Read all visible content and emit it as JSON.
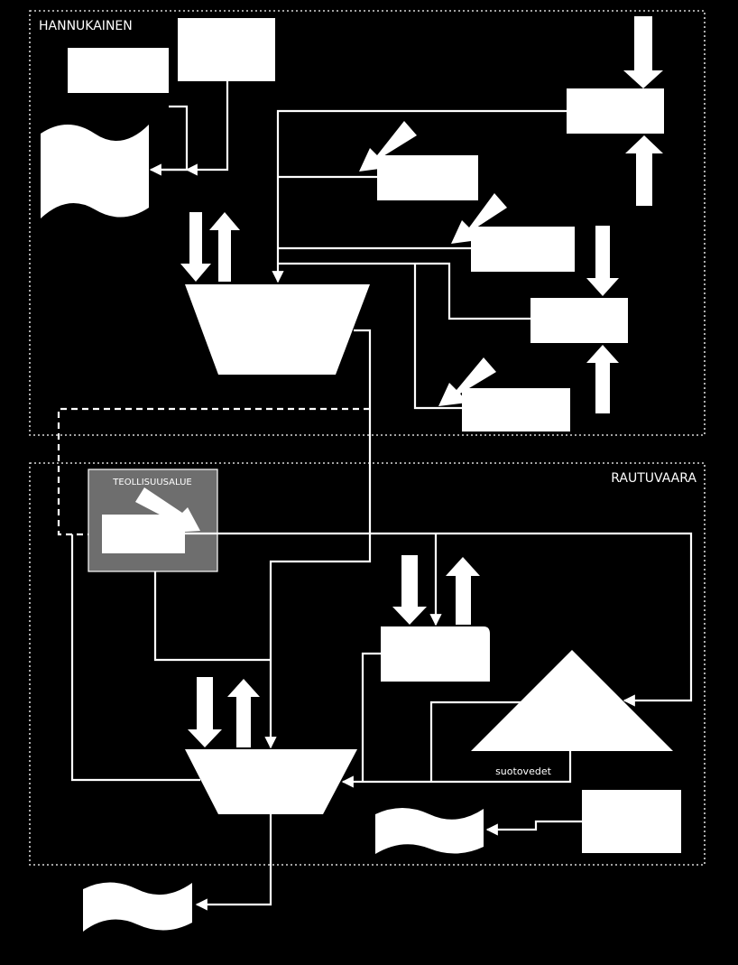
{
  "zones": {
    "hannukainen": {
      "label": "HANNUKAINEN"
    },
    "rautuvaara": {
      "label": "RAUTUVAARA"
    }
  },
  "labels": {
    "industrial_area": "TEOLLISUUSALUE",
    "seepage_water": "suotovedet"
  },
  "colors": {
    "background": "#000000",
    "foreground": "#ffffff",
    "industrial_area_fill": "#6e6e6e",
    "zone_border": "#d8d8d8"
  }
}
